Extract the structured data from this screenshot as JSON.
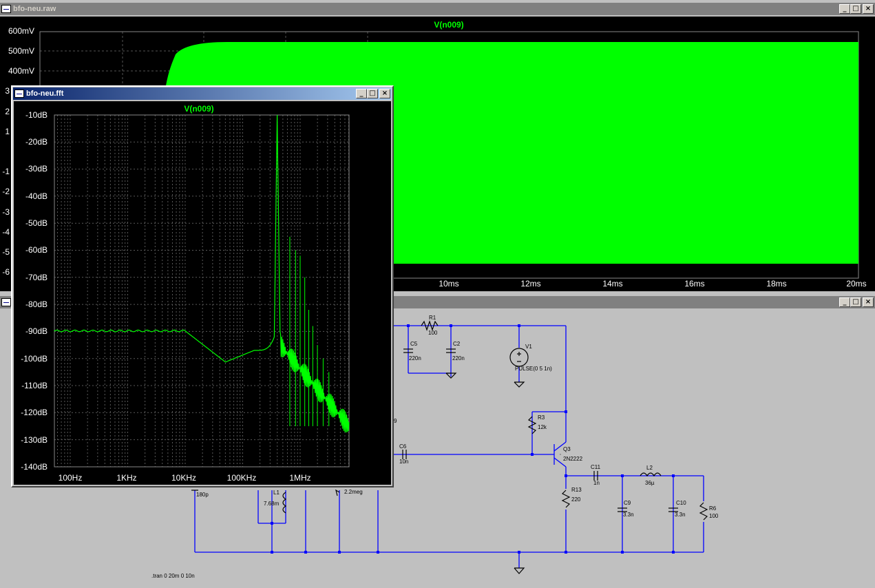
{
  "colors": {
    "trace": "#00ff00",
    "plot_bg": "#000000",
    "wire": "#0000ff",
    "schematic_bg": "#c0c0c0"
  },
  "raw_window": {
    "title": "bfo-neu.raw",
    "trace_label": "V(n009)",
    "y_ticks": [
      "600mV",
      "500mV",
      "400mV",
      "3",
      "2",
      "1",
      "-1",
      "-2",
      "-3",
      "-4",
      "-5",
      "-6"
    ],
    "x_ticks": [
      "10ms",
      "12ms",
      "14ms",
      "16ms",
      "18ms",
      "20ms"
    ]
  },
  "fft_window": {
    "title": "bfo-neu.fft",
    "trace_label": "V(n009)",
    "y_ticks": [
      "-10dB",
      "-20dB",
      "-30dB",
      "-40dB",
      "-50dB",
      "-60dB",
      "-70dB",
      "-80dB",
      "-90dB",
      "-100dB",
      "-110dB",
      "-120dB",
      "-130dB",
      "-140dB"
    ],
    "x_ticks": [
      "100Hz",
      "1KHz",
      "10KHz",
      "100KHz",
      "1MHz"
    ]
  },
  "schematic": {
    "directive": ".tran 0 20m 0 10n",
    "components": {
      "r1": {
        "ref": "R1",
        "value": "100"
      },
      "c5": {
        "ref": "C5",
        "value": "220n"
      },
      "c2": {
        "ref": "C2",
        "value": "220n"
      },
      "v1": {
        "ref": "V1",
        "value": "PULSE(0 5 1n)"
      },
      "r3": {
        "ref": "R3",
        "value": "12k"
      },
      "q3": {
        "ref": "Q3",
        "value": "2N2222"
      },
      "c6": {
        "ref": "C6",
        "value": "10n"
      },
      "c11": {
        "ref": "C11",
        "value": "1n"
      },
      "l2": {
        "ref": "L2",
        "value": "36µ"
      },
      "r13": {
        "ref": "R13",
        "value": "220"
      },
      "c9": {
        "ref": "C9",
        "value": "3.3n"
      },
      "c10": {
        "ref": "C10",
        "value": "3.3n"
      },
      "r6": {
        "ref": "R6",
        "value": "100"
      },
      "l1": {
        "ref": "L1",
        "value": "7.68m"
      },
      "pot": {
        "value": "2.2meg"
      },
      "cap_left": {
        "value": "180p"
      },
      "partial_label": "9"
    }
  }
}
